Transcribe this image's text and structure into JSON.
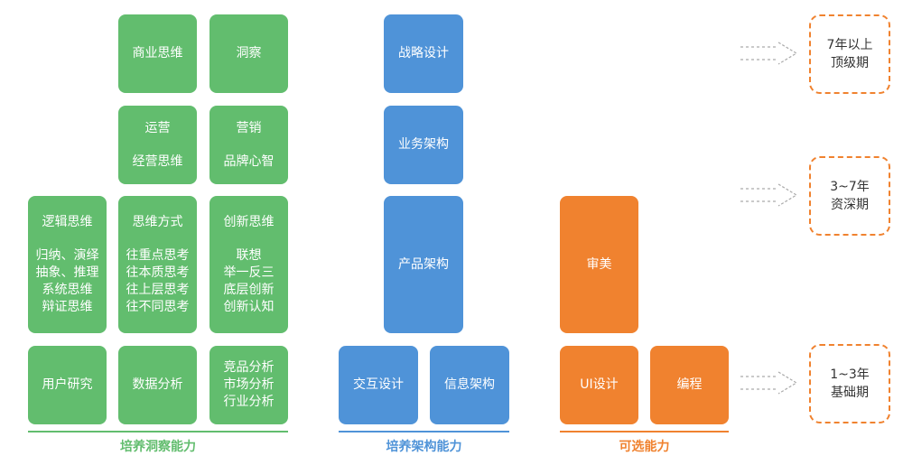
{
  "groups": {
    "insight": {
      "label": "培养洞察能力",
      "color": "#62bd6e",
      "boxes": {
        "business_thinking": "商业思维",
        "insight": "洞察",
        "operations": {
          "line1": "运营",
          "line2": "经营思维"
        },
        "marketing": {
          "line1": "营销",
          "line2": "品牌心智"
        },
        "logic": {
          "title": "逻辑思维",
          "lines": [
            "归纳、演绎",
            "抽象、推理",
            "系统思维",
            "辩证思维"
          ]
        },
        "thinking_mode": {
          "title": "思维方式",
          "lines": [
            "往重点思考",
            "往本质思考",
            "往上层思考",
            "往不同思考"
          ]
        },
        "innovation": {
          "title": "创新思维",
          "lines": [
            "联想",
            "举一反三",
            "底层创新",
            "创新认知"
          ]
        },
        "user_research": "用户研究",
        "data_analysis": "数据分析",
        "analysis": {
          "lines": [
            "竞品分析",
            "市场分析",
            "行业分析"
          ]
        }
      }
    },
    "architecture": {
      "label": "培养架构能力",
      "color": "#4f93d8",
      "boxes": {
        "strategy_design": "战略设计",
        "business_architecture": "业务架构",
        "product_architecture": "产品架构",
        "interaction_design": "交互设计",
        "information_architecture": "信息架构"
      }
    },
    "optional": {
      "label": "可选能力",
      "color": "#f0822f",
      "boxes": {
        "aesthetics": "审美",
        "ui_design": "UI设计",
        "programming": "编程"
      }
    }
  },
  "stages": {
    "top": {
      "line1": "7年以上",
      "line2": "顶级期"
    },
    "senior": {
      "line1": "3~7年",
      "line2": "资深期"
    },
    "basic": {
      "line1": "1~3年",
      "line2": "基础期"
    }
  }
}
